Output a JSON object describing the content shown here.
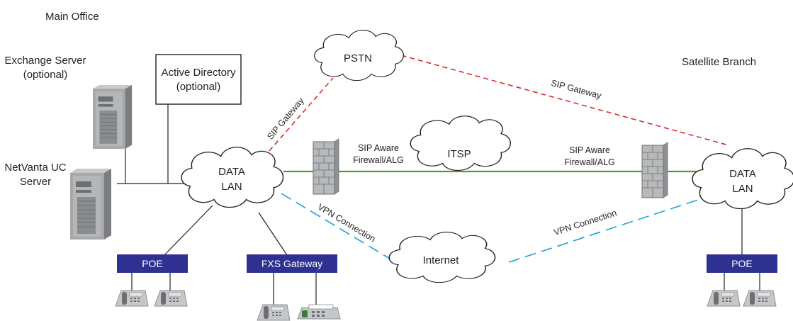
{
  "regions": {
    "main_office": "Main Office",
    "satellite_branch": "Satellite Branch"
  },
  "servers": {
    "exchange": [
      "Exchange Server",
      "(optional)"
    ],
    "netvanta": [
      "NetVanta UC",
      "Server"
    ]
  },
  "active_directory": [
    "Active Directory",
    "(optional)"
  ],
  "clouds": {
    "pstn": "PSTN",
    "itsp": "ITSP",
    "internet": "Internet",
    "data_lan_main": [
      "DATA",
      "LAN"
    ],
    "data_lan_branch": [
      "DATA",
      "LAN"
    ]
  },
  "firewalls": {
    "main": [
      "SIP Aware",
      "Firewall/ALG"
    ],
    "branch": [
      "SIP Aware",
      "Firewall/ALG"
    ]
  },
  "boxes": {
    "poe_main": "POE",
    "fxs_gateway": "FXS Gateway",
    "poe_branch": "POE"
  },
  "connections": {
    "sip_gateway_main": "SIP Gateway",
    "sip_gateway_branch": "SIP Gateway",
    "vpn_main": "VPN Connection",
    "vpn_branch": "VPN Connection"
  },
  "colors": {
    "sip_line": "#e2262f",
    "sip_trunk": "#5d9732",
    "vpn_line": "#1f9fd8",
    "box_fill": "#2e3192",
    "device": "#c2c4c6"
  }
}
